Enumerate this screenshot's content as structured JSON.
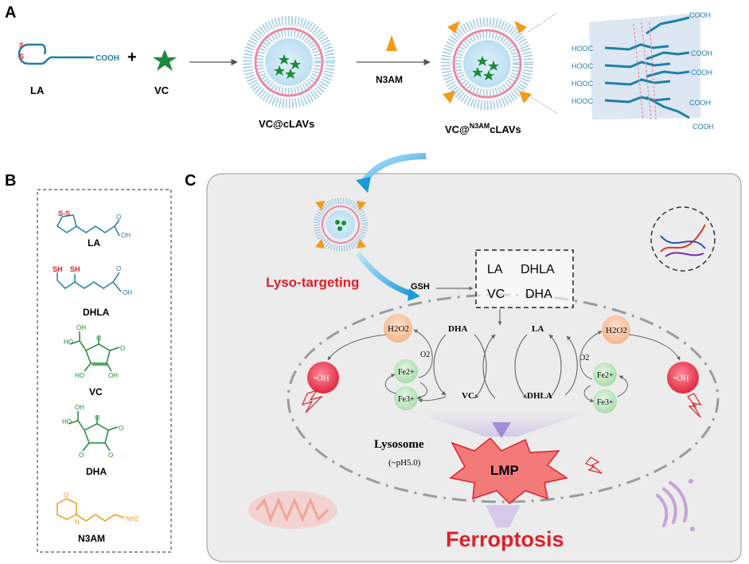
{
  "panels": {
    "a": "A",
    "b": "B",
    "c": "C"
  },
  "colors": {
    "blue": "#1f7fa8",
    "red": "#e0202a",
    "green": "#1f8a3a",
    "orange": "#f29a1a",
    "gray": "#8c8c8c",
    "cell_bg": "#ececec"
  },
  "panel_a": {
    "la_label": "LA",
    "plus": "+",
    "vc_label": "VC",
    "reagent": "N3AM",
    "vesicle1_label": "VC@cLAVs",
    "vesicle2_prefix": "VC@",
    "vesicle2_sup": "N3AM",
    "vesicle2_suffix": "cLAVs",
    "cooh": "COOH",
    "hooc": "HOOC",
    "la_cooh": "COOH",
    "ss": "S-S"
  },
  "panel_b": {
    "la": "LA",
    "dhla": "DHLA",
    "vc": "VC",
    "dha": "DHA",
    "n3am": "N3AM",
    "la_ss": "S-S",
    "oh": "OH",
    "sh": "SH",
    "ho": "HO",
    "o": "O",
    "n": "N",
    "nh2": "NH2"
  },
  "panel_c": {
    "lyso_targeting": "Lyso-targeting",
    "gsh": "GSH",
    "box": [
      "LA",
      "DHLA",
      "VC",
      "DHA"
    ],
    "cycle": {
      "dha": "DHA",
      "la": "LA",
      "vc": "VC",
      "dhla": "DHLA"
    },
    "h2o2": "H2O2",
    "o2": "O2",
    "fe2": "Fe2+",
    "fe3": "Fe3+",
    "oh_radical": "•OH",
    "lysosome": "Lysosome",
    "ph": "(~pH5.0)",
    "lmp": "LMP",
    "ferroptosis": "Ferroptosis"
  }
}
